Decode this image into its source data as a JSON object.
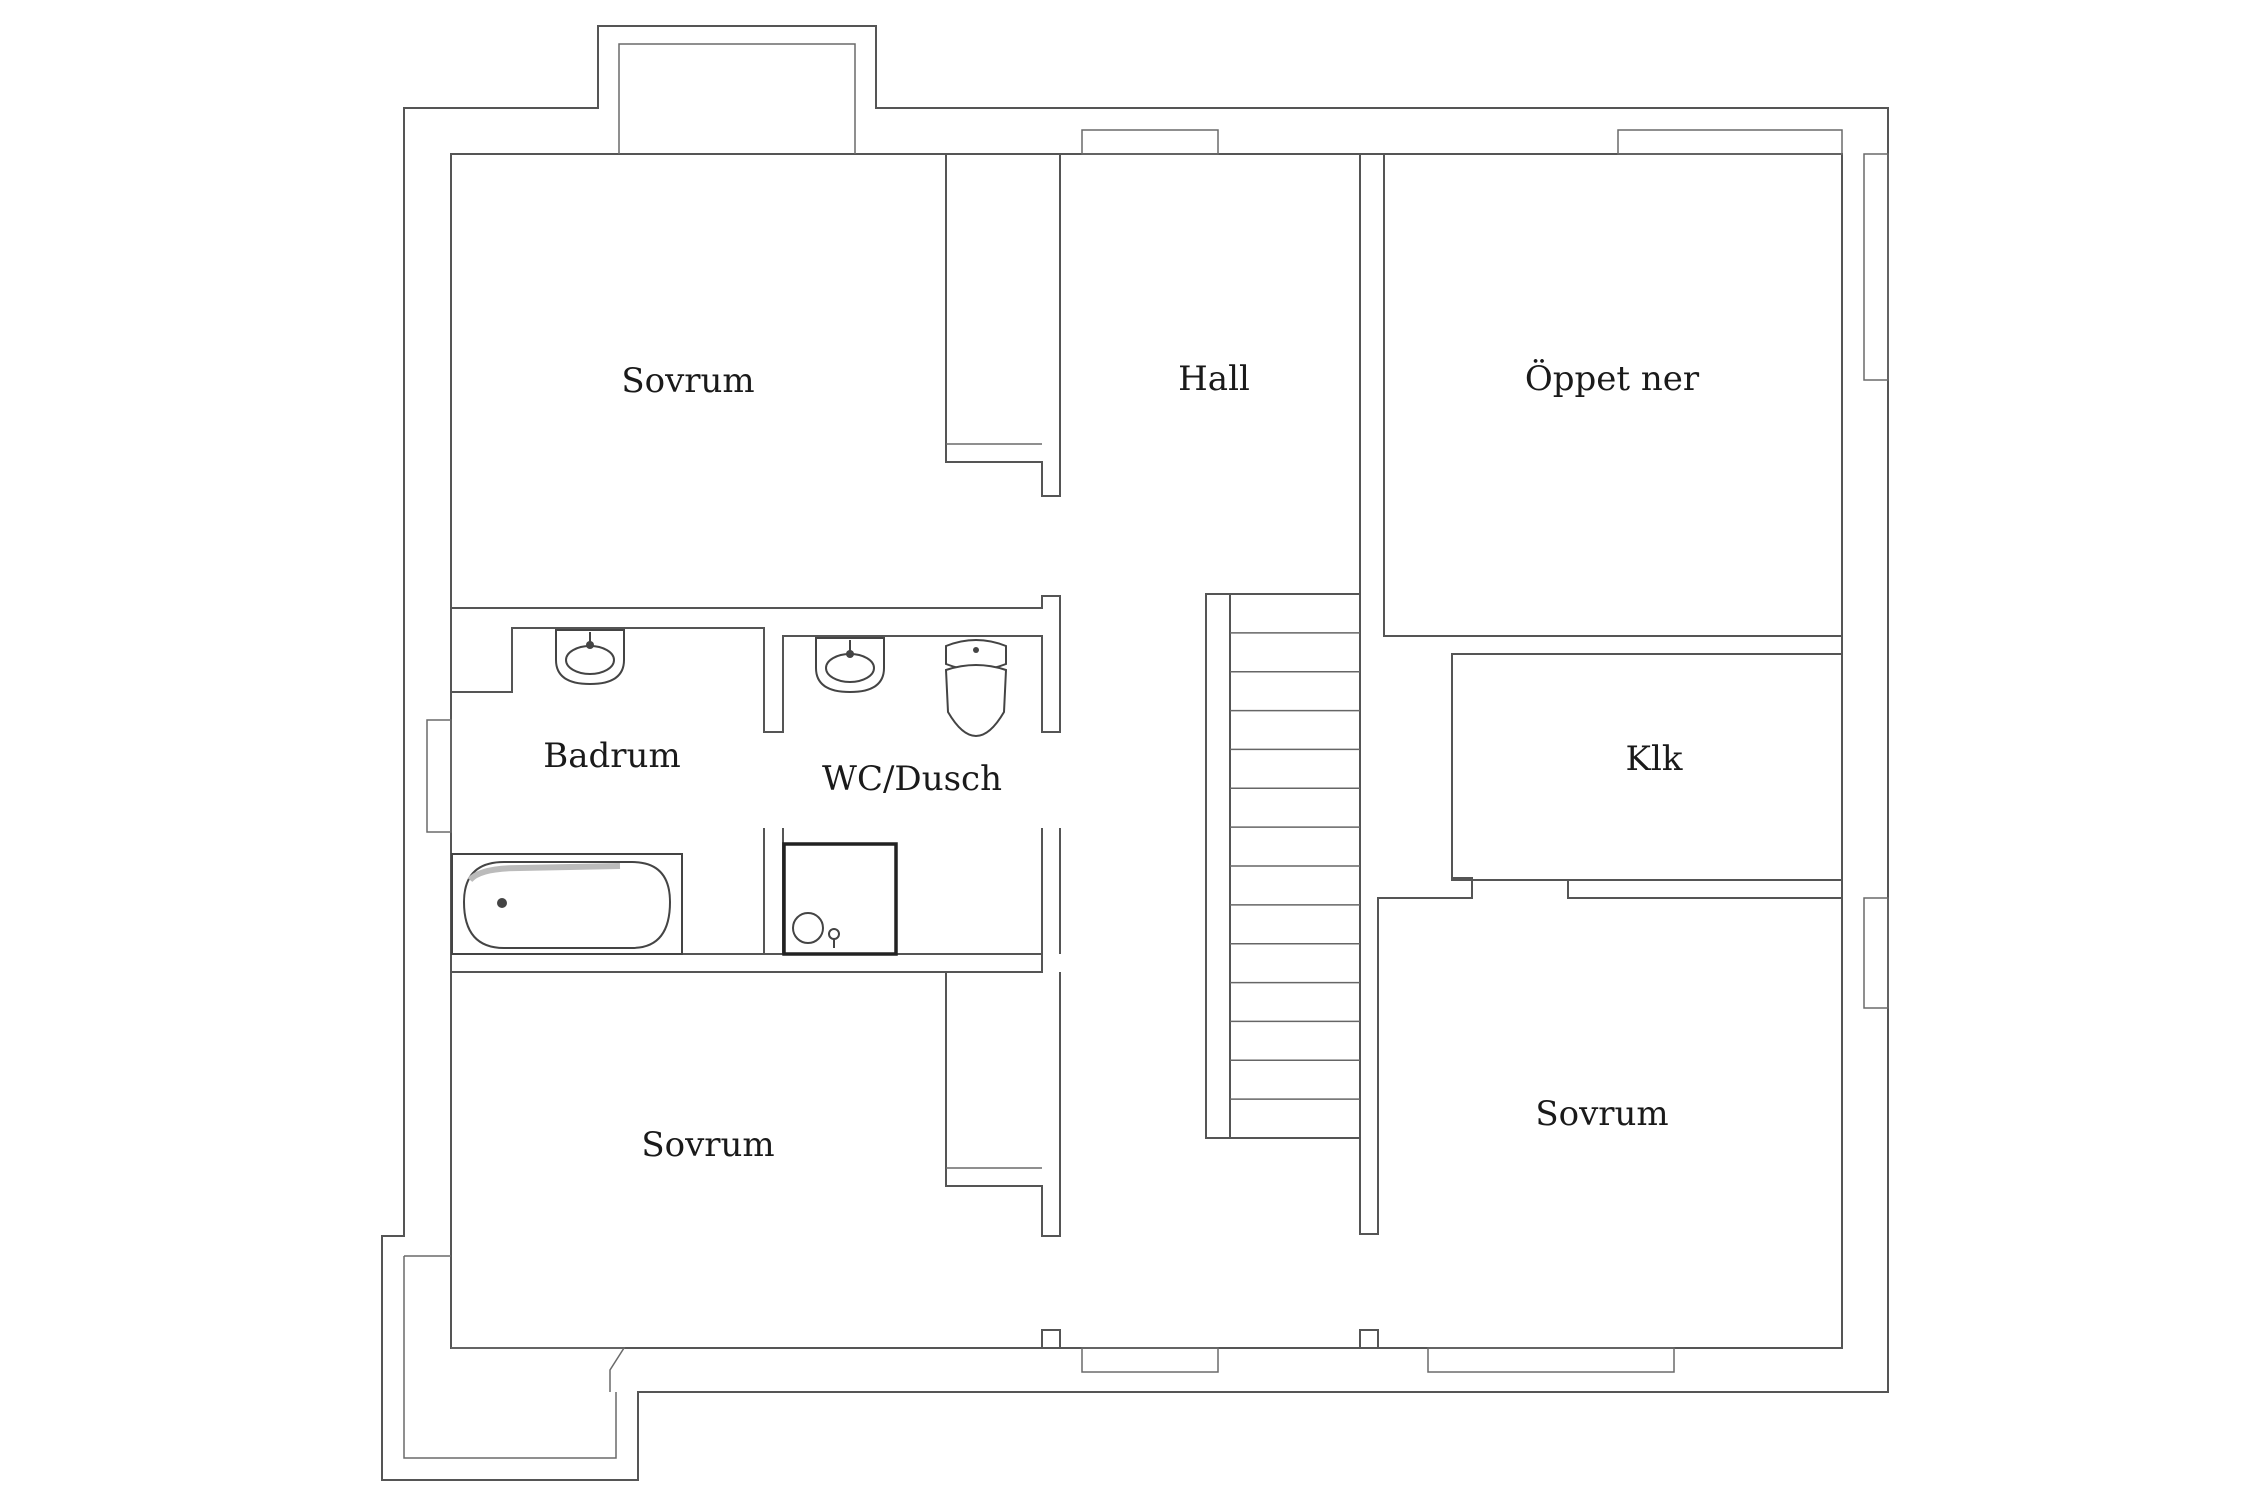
{
  "plan": {
    "rooms": [
      {
        "id": "sovrum-nw",
        "label": "Sovrum"
      },
      {
        "id": "hall",
        "label": "Hall"
      },
      {
        "id": "oppet-ner",
        "label": "Öppet ner"
      },
      {
        "id": "badrum",
        "label": "Badrum"
      },
      {
        "id": "wc-dusch",
        "label": "WC/Dusch"
      },
      {
        "id": "klk",
        "label": "Klk"
      },
      {
        "id": "sovrum-sw",
        "label": "Sovrum"
      },
      {
        "id": "sovrum-se",
        "label": "Sovrum"
      }
    ],
    "fixtures": [
      "sink-icon",
      "sink-icon",
      "toilet-icon",
      "bathtub-icon",
      "shower-icon"
    ],
    "colors": {
      "walls": "#555555",
      "background": "#ffffff",
      "text": "#1a1a1a"
    }
  }
}
